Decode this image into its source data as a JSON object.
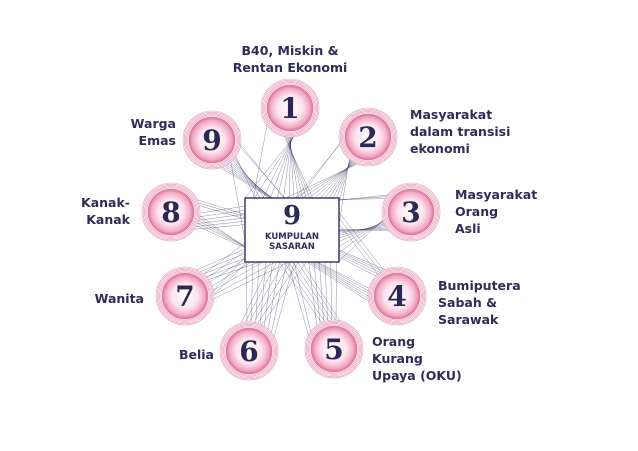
{
  "center": {
    "number": "9",
    "label": "KUMPULAN\nSASARAN"
  },
  "nodes": [
    {
      "num": "1",
      "label": "B40, Miskin &\nRentan Ekonomi"
    },
    {
      "num": "2",
      "label": "Masyarakat\ndalam transisi\nekonomi"
    },
    {
      "num": "3",
      "label": "Masyarakat\nOrang\nAsli"
    },
    {
      "num": "4",
      "label": "Bumiputera\nSabah &\nSarawak"
    },
    {
      "num": "5",
      "label": "Orang\nKurang\nUpaya (OKU)"
    },
    {
      "num": "6",
      "label": "Belia"
    },
    {
      "num": "7",
      "label": "Wanita"
    },
    {
      "num": "8",
      "label": "Kanak-\nKanak"
    },
    {
      "num": "9",
      "label": "Warga\nEmas"
    }
  ],
  "colors": {
    "circle_outer": "#e07aa0",
    "circle_inner": "#fde8f0",
    "text": "#2e2c58",
    "lines": "#34305e"
  }
}
